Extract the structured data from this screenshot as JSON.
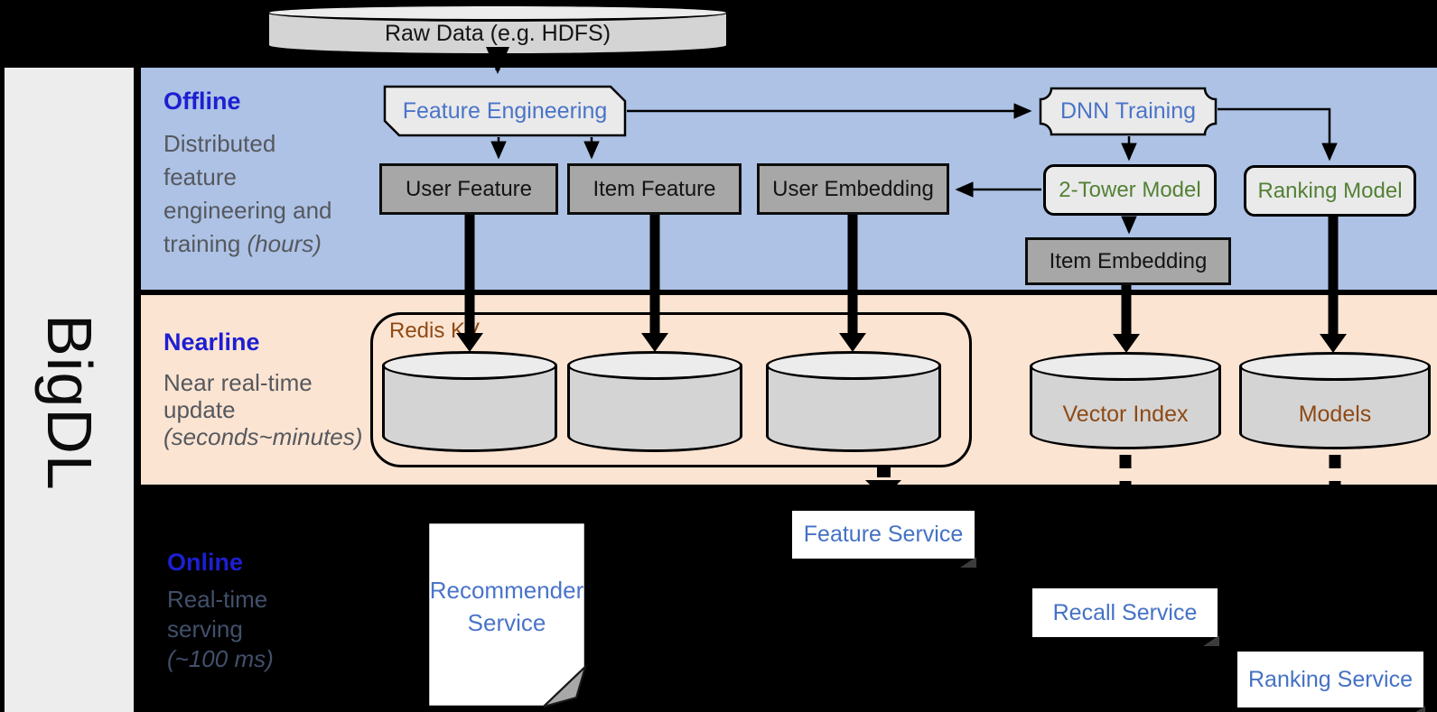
{
  "brand": "BigDL",
  "bands": {
    "offline": {
      "label": "Offline",
      "desc_line1": "Distributed",
      "desc_line2": "feature",
      "desc_line3": "engineering and",
      "desc_line4_plain": "training ",
      "desc_line4_italic": "(hours)"
    },
    "nearline": {
      "label": "Nearline",
      "desc_line1": "Near real-time",
      "desc_line2": "update",
      "desc_line3_italic": "(seconds~minutes)"
    },
    "online": {
      "label": "Online",
      "desc_line1": "Real-time",
      "desc_line2": "serving",
      "desc_line3_italic": "(~100 ms)"
    }
  },
  "nodes": {
    "raw_data": "Raw Data (e.g. HDFS)",
    "feature_engineering": "Feature Engineering",
    "dnn_training": "DNN Training",
    "user_feature": "User Feature",
    "item_feature": "Item Feature",
    "user_embedding": "User Embedding",
    "two_tower_model": "2-Tower Model",
    "ranking_model": "Ranking Model",
    "item_embedding": "Item Embedding",
    "redis_kv": "Redis KV",
    "vector_index": "Vector Index",
    "models": "Models",
    "recommender_service_line1": "Recommender",
    "recommender_service_line2": "Service",
    "feature_service": "Feature Service",
    "recall_service": "Recall Service",
    "ranking_service": "Ranking Service"
  },
  "colors": {
    "background": "#000000",
    "sidebar_gray": "#ededed",
    "band_offline_blue": "#adc2e5",
    "band_nearline_peach": "#fce4d2",
    "header_blue": "#1d1fd1",
    "subtitle_gray": "#55585e",
    "online_subtitle_slate": "#42506b",
    "node_text_blue": "#4a74c9",
    "service_text_blue": "#4472c4",
    "model_text_green": "#538135",
    "storage_text_brown": "#8f4a15",
    "gray_box_fill": "#a7a7a7",
    "light_box_fill": "#eaeaea",
    "cylinder_fill": "#d4d4d4"
  }
}
